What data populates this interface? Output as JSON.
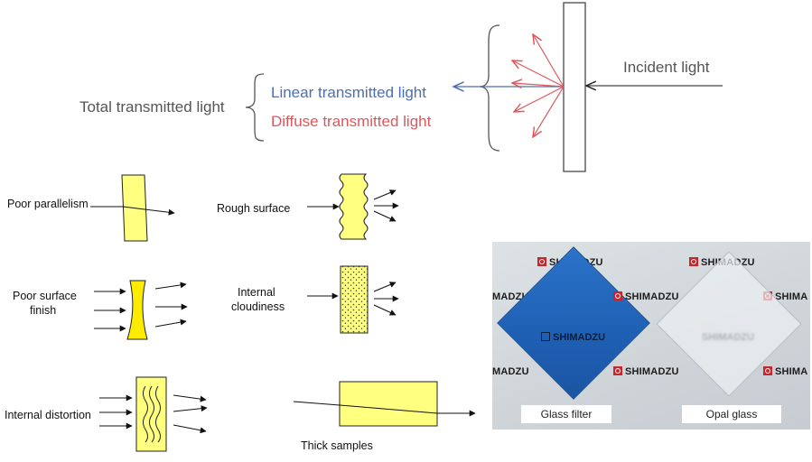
{
  "top": {
    "total_label": "Total transmitted light",
    "linear_label": "Linear transmitted light",
    "diffuse_label": "Diffuse transmitted light",
    "incident_label": "Incident light",
    "colors": {
      "linear": "#4a6fb5",
      "diffuse": "#e0565b",
      "text": "#555555"
    }
  },
  "samples": {
    "poor_parallelism": "Poor parallelism",
    "rough_surface": "Rough surface",
    "poor_surface_finish": [
      "Poor surface",
      "finish"
    ],
    "internal_cloudiness": [
      "Internal",
      "cloudiness"
    ],
    "internal_distortion": "Internal distortion",
    "thick_samples": "Thick samples",
    "fill_color": "#ffff80"
  },
  "photo": {
    "brand": "SHIMADZU",
    "brand_cut_left": "MADZU",
    "brand_cut_right": "SHIMA",
    "glass_filter_caption": "Glass filter",
    "opal_glass_caption": "Opal glass",
    "colors": {
      "blue_glass": "#1e5fb3",
      "logo": "#c9262c"
    }
  }
}
